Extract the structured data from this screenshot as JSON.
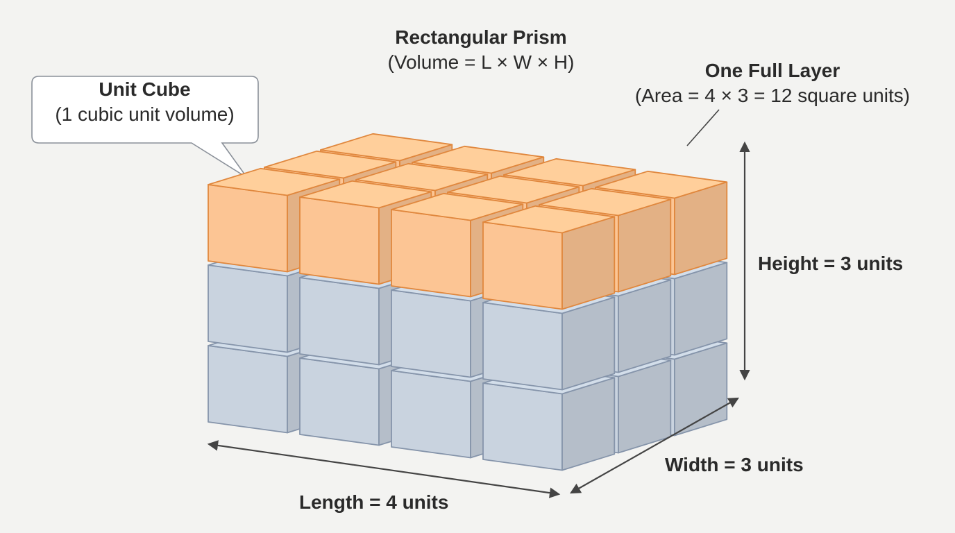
{
  "title": {
    "name": "Rectangular Prism",
    "formula": "(Volume = L × W × H)"
  },
  "callout": {
    "title": "Unit Cube",
    "subtitle": "(1 cubic unit volume)"
  },
  "layer_label": {
    "title": "One Full Layer",
    "subtitle": "(Area = 4 × 3 = 12 square units)"
  },
  "dimensions": {
    "height": "Height = 3 units",
    "width": "Width = 3 units",
    "length": "Length = 4 units"
  },
  "prism": {
    "length_units": 4,
    "width_units": 3,
    "height_units": 3,
    "highlighted_layer": "top"
  },
  "colors": {
    "background": "#f3f3f1",
    "top_layer_fill": "#fcc594",
    "top_layer_edge": "#e0873d",
    "lower_layer_fill": "#c9d3df",
    "lower_layer_edge": "#8594aa",
    "arrow": "#444444",
    "text": "#2a2a2a"
  }
}
